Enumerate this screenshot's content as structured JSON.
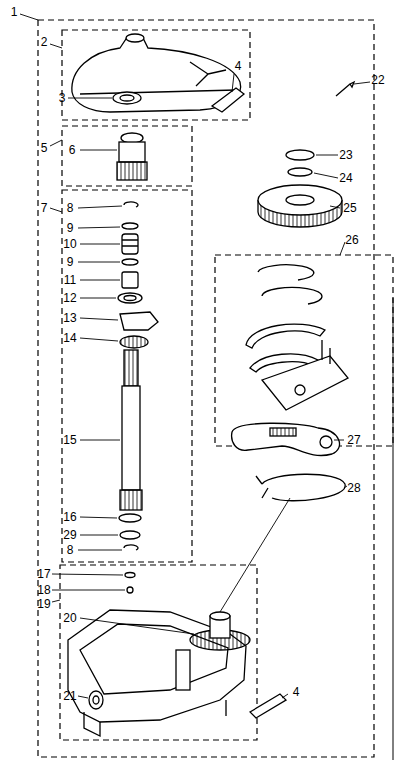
{
  "diagram": {
    "labels": [
      "1",
      "2",
      "3",
      "4",
      "22",
      "5",
      "6",
      "23",
      "24",
      "25",
      "26",
      "7",
      "8",
      "9",
      "10",
      "9",
      "11",
      "12",
      "13",
      "14",
      "15",
      "16",
      "29",
      "8",
      "27",
      "28",
      "17",
      "18",
      "19",
      "20",
      "21",
      "4"
    ]
  }
}
